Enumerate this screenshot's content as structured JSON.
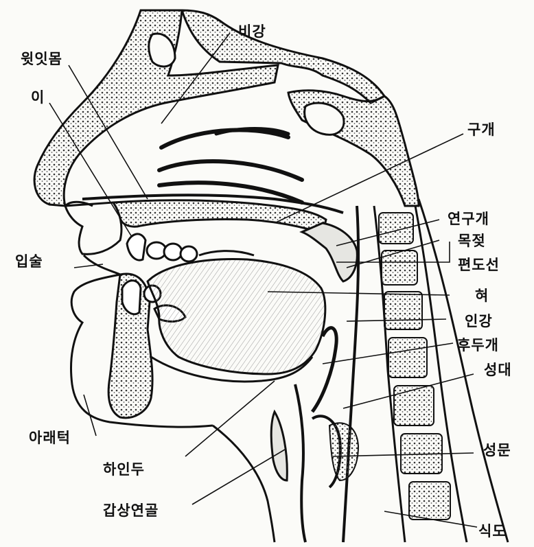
{
  "labels": {
    "nasal_cavity": "비강",
    "upper_gum": "윗잇몸",
    "teeth": "이",
    "hard_palate": "구개",
    "soft_palate": "연구개",
    "uvula": "목젖",
    "tonsil": "편도선",
    "lips": "입술",
    "tongue": "혀",
    "pharynx": "인강",
    "epiglottis": "후두개",
    "vocal_cords": "성대",
    "lower_jaw": "아래턱",
    "hypopharynx": "하인두",
    "glottis": "성문",
    "thyroid_cartilage": "갑상연골",
    "esophagus": "식도"
  },
  "colors": {
    "ink": "#1a1a1a",
    "paper": "#fbfbf8",
    "stipple": "#555555"
  }
}
